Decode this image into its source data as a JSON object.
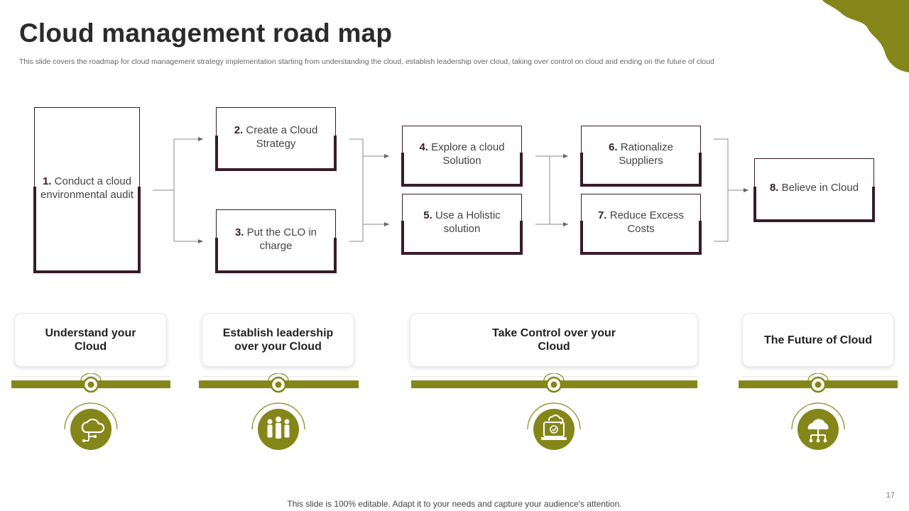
{
  "title": "Cloud management road map",
  "subtitle": "This slide covers the roadmap for cloud management strategy implementation starting from understanding the cloud, establish leadership over cloud, taking over control on cloud and ending on the future of cloud",
  "steps": [
    {
      "num": "1.",
      "text": "Conduct a cloud environmental audit"
    },
    {
      "num": "2.",
      "text": "Create a Cloud Strategy"
    },
    {
      "num": "3.",
      "text": "Put the CLO in charge"
    },
    {
      "num": "4.",
      "text": "Explore a cloud Solution"
    },
    {
      "num": "5.",
      "text": "Use a Holistic solution"
    },
    {
      "num": "6.",
      "text": "Rationalize Suppliers"
    },
    {
      "num": "7.",
      "text": "Reduce Excess Costs"
    },
    {
      "num": "8.",
      "text": "Believe in Cloud"
    }
  ],
  "stages": [
    {
      "label": "Understand your Cloud",
      "icon": "cloud-network-hand-icon"
    },
    {
      "label": "Establish leadership over your Cloud",
      "icon": "team-leader-icon"
    },
    {
      "label": "Take Control over your Cloud",
      "icon": "cloud-laptop-check-icon"
    },
    {
      "label": "The Future of Cloud",
      "icon": "cloud-network-icon"
    }
  ],
  "footer": "This slide is 100% editable. Adapt it to your needs and capture your audience's attention.",
  "page_number": "17",
  "colors": {
    "accent": "#858619",
    "box_border": "#3a1b2a",
    "text": "#2b2b2b"
  }
}
